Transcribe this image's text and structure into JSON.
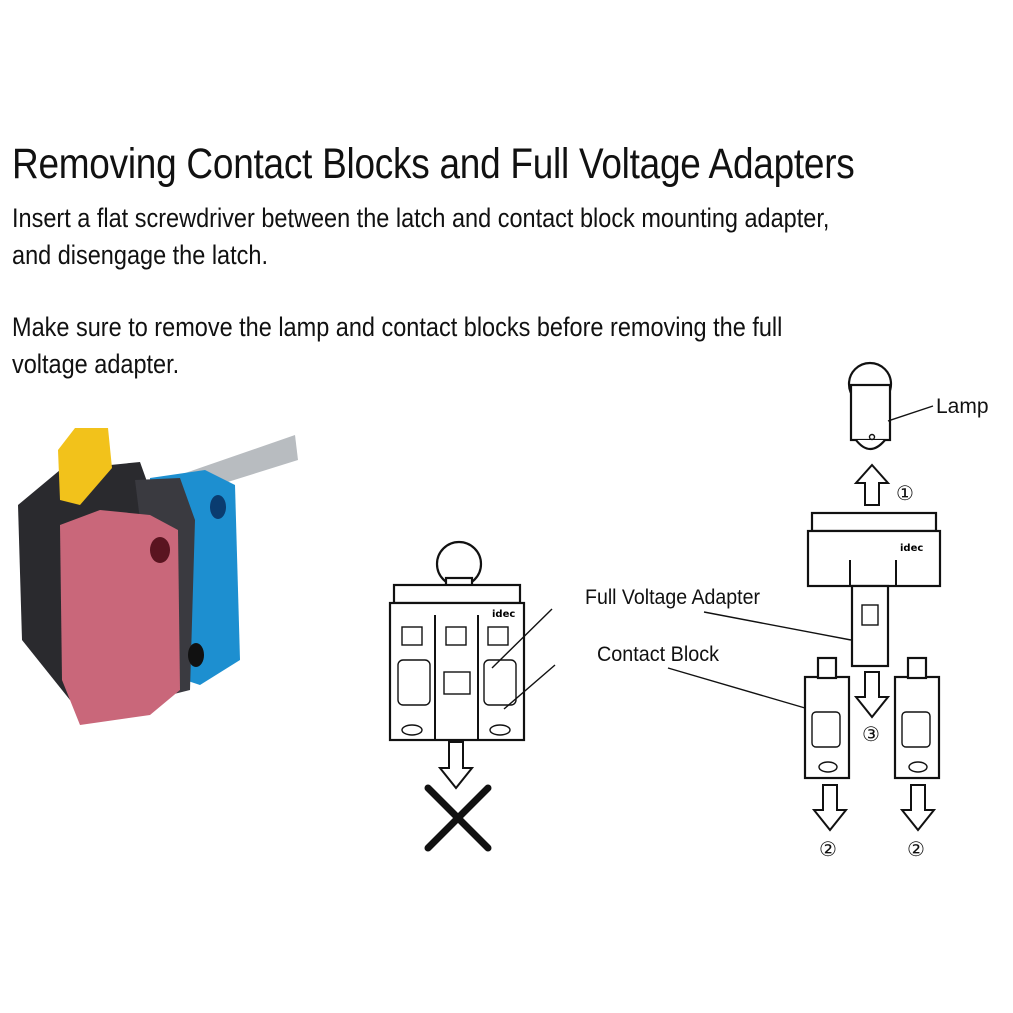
{
  "heading": "Removing Contact Blocks and Full Voltage Adapters",
  "paragraphs": [
    {
      "lines": [
        "Insert a flat screwdriver between the latch and contact block mounting adapter,",
        "and disengage the latch."
      ]
    },
    {
      "lines": [
        "Make sure to remove the lamp and contact blocks before removing the full",
        "voltage adapter."
      ]
    }
  ],
  "diagram": {
    "labels": {
      "lamp": "Lamp",
      "full_voltage_adapter": "Full Voltage Adapter",
      "contact_block": "Contact Block"
    },
    "steps": {
      "step1": "①",
      "step2": "②",
      "step3": "③"
    },
    "brand_mark": "idec"
  },
  "photo": {
    "colors": {
      "latch": "#f2c21b",
      "red_block": "#c9677a",
      "blue_block": "#1d8fd0",
      "black_body": "#2a2a2e"
    }
  }
}
